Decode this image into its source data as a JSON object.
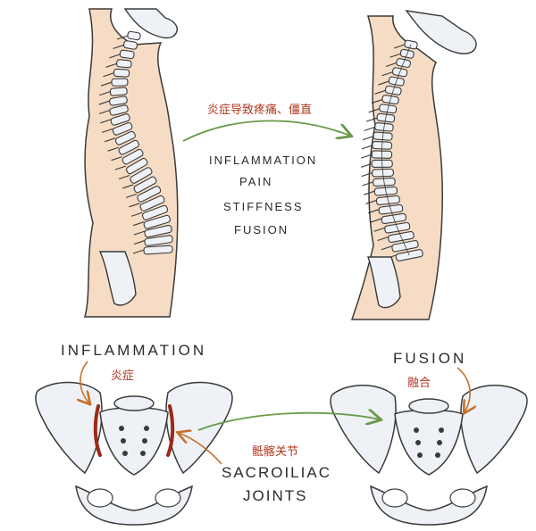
{
  "spine_section": {
    "arrow_label": "炎症导致疼痛、僵直",
    "symptoms": [
      "INFLAMMATION",
      "PAIN",
      "STIFFNESS",
      "FUSION"
    ]
  },
  "pelvis_section": {
    "inflammation_label": "INFLAMMATION",
    "inflammation_label_cn": "炎症",
    "fusion_label": "FUSION",
    "fusion_label_cn": "融合",
    "joint_label_cn": "骶髂关节",
    "joint_label_line1": "SACROILIAC",
    "joint_label_line2": "JOINTS"
  },
  "colors": {
    "skin": "#f6dcc4",
    "bone": "#eef2f6",
    "outline": "#3a3a3a",
    "arrow": "#6a9a4a",
    "inflammation": "#9b2a16",
    "label_cn": "#b0361e"
  }
}
